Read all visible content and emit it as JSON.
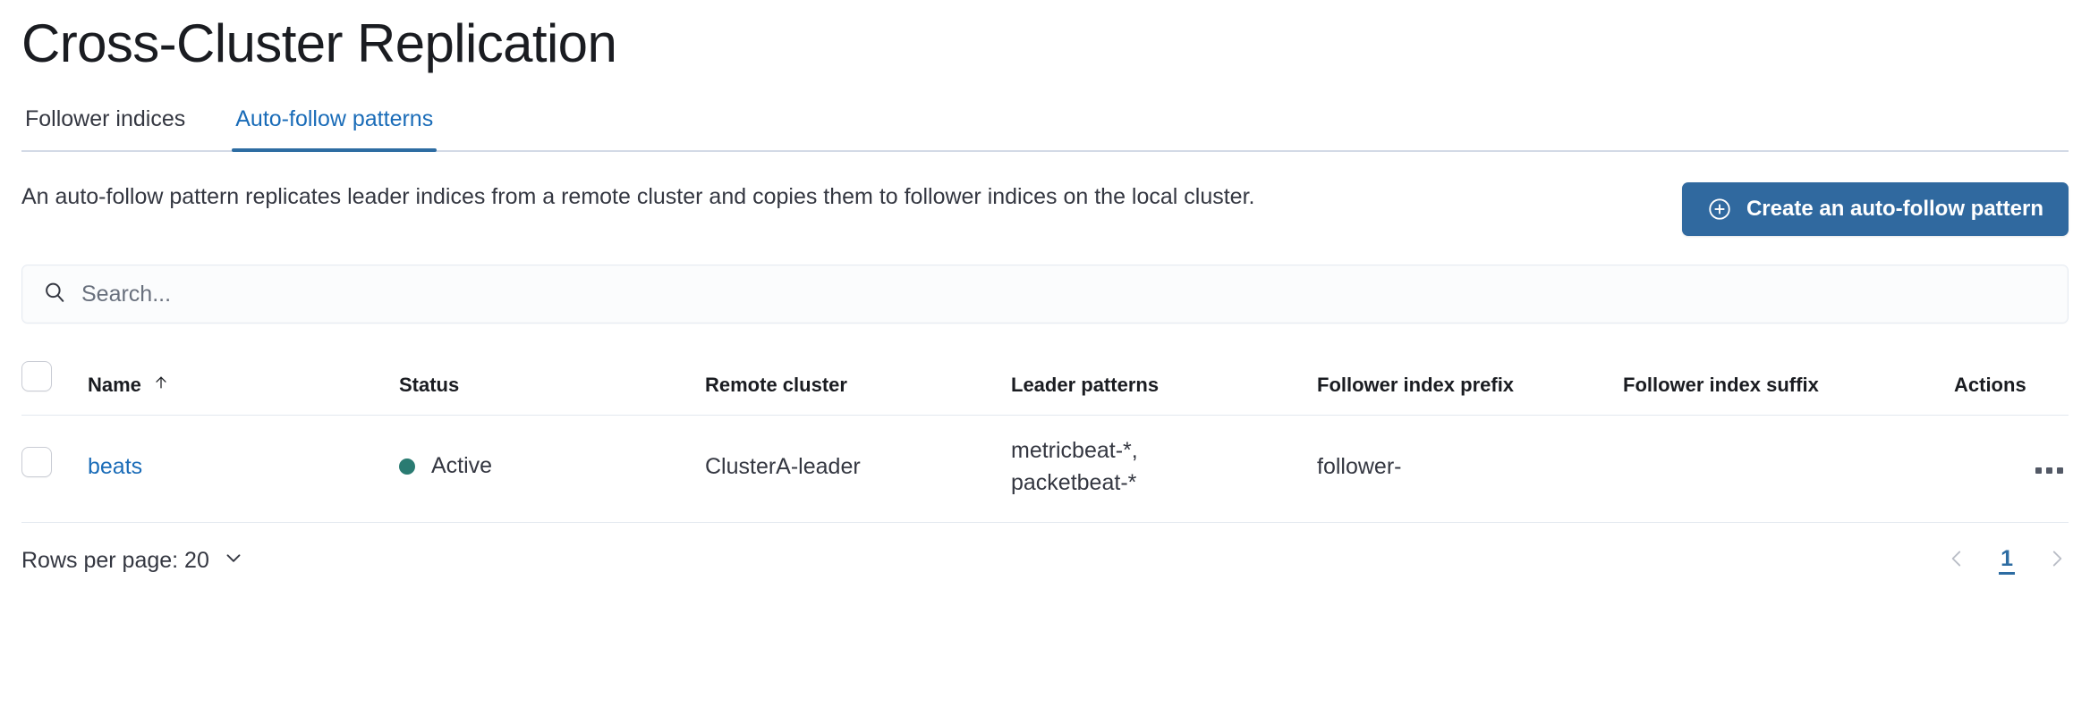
{
  "header": {
    "title": "Cross-Cluster Replication"
  },
  "tabs": [
    {
      "label": "Follower indices",
      "active": false
    },
    {
      "label": "Auto-follow patterns",
      "active": true
    }
  ],
  "intro": {
    "description": "An auto-follow pattern replicates leader indices from a remote cluster and copies them to follower indices on the local cluster.",
    "create_button_label": "Create an auto-follow pattern",
    "create_button_icon": "plus-in-circle-icon",
    "create_button_color": "#30699f"
  },
  "search": {
    "icon": "search-icon",
    "value": "",
    "placeholder": "Search..."
  },
  "table": {
    "columns": [
      {
        "key": "name",
        "label": "Name",
        "sort": "asc",
        "sort_icon": "arrow-up-icon"
      },
      {
        "key": "status",
        "label": "Status"
      },
      {
        "key": "remote_cluster",
        "label": "Remote cluster"
      },
      {
        "key": "leader_patterns",
        "label": "Leader patterns"
      },
      {
        "key": "follower_index_prefix",
        "label": "Follower index prefix"
      },
      {
        "key": "follower_index_suffix",
        "label": "Follower index suffix"
      },
      {
        "key": "actions",
        "label": "Actions"
      }
    ],
    "rows": [
      {
        "name": "beats",
        "status": "Active",
        "status_color": "#2a7b72",
        "remote_cluster": "ClusterA-leader",
        "leader_patterns": "metricbeat-*,\npacketbeat-*",
        "follower_index_prefix": "follower-",
        "follower_index_suffix": "",
        "actions_icon": "ellipsis-horizontal-icon"
      }
    ]
  },
  "footer": {
    "rows_per_page_label": "Rows per page: 20",
    "rows_per_page_icon": "chevron-down-icon",
    "prev_icon": "chevron-left-icon",
    "next_icon": "chevron-right-icon",
    "pages": [
      "1"
    ],
    "active_page": "1"
  }
}
